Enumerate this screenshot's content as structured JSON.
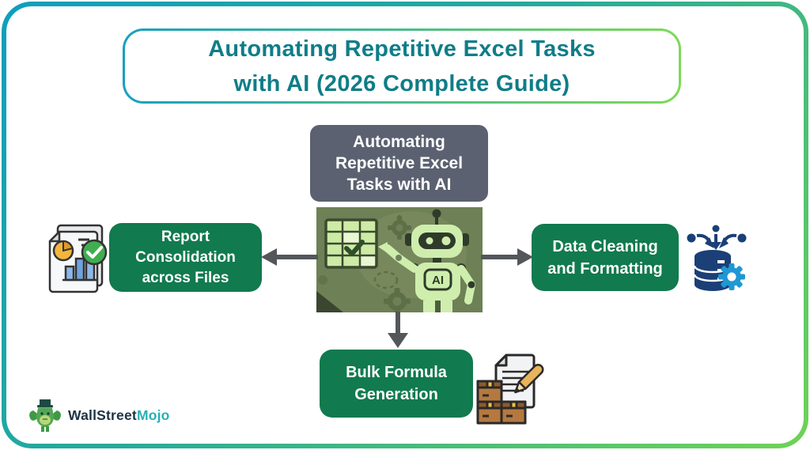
{
  "title": {
    "line1": "Automating Repetitive Excel Tasks",
    "line2": "with AI (2026 Complete Guide)"
  },
  "center_node": {
    "line1": "Automating",
    "line2": "Repetitive Excel",
    "line3": "Tasks with AI"
  },
  "illustration": {
    "ai_badge": "AI"
  },
  "nodes": {
    "report": {
      "line1": "Report",
      "line2": "Consolidation",
      "line3": "across Files"
    },
    "cleaning": {
      "line1": "Data Cleaning",
      "line2": "and Formatting"
    },
    "formula": {
      "line1": "Bulk Formula",
      "line2": "Generation"
    }
  },
  "branding": {
    "name_left": "WallStreet",
    "name_right": "Mojo"
  },
  "icons": {
    "left": "report-document-with-charts-and-checkmark-icon",
    "right": "database-with-incoming-arrows-and-gear-icon",
    "bottom": "document-with-pencil-and-boxes-icon",
    "center": "robot-ai-pointing-at-spreadsheet-illustration",
    "logo": "wallstreetmojo-bull-mascot-icon"
  },
  "colors": {
    "frame_gradient_start": "#0d9fbd",
    "frame_gradient_end": "#6fd356",
    "title_text": "#0f7d88",
    "node_green": "#117a4e",
    "center_gray": "#5b6170",
    "arrow_gray": "#54575a",
    "illustration_bg": "#6e8055",
    "robot_green": "#cfeead",
    "icon_navy": "#1b3f77",
    "icon_blue": "#2097d3",
    "logo_navy": "#1d3344",
    "logo_teal": "#28b0b5"
  }
}
